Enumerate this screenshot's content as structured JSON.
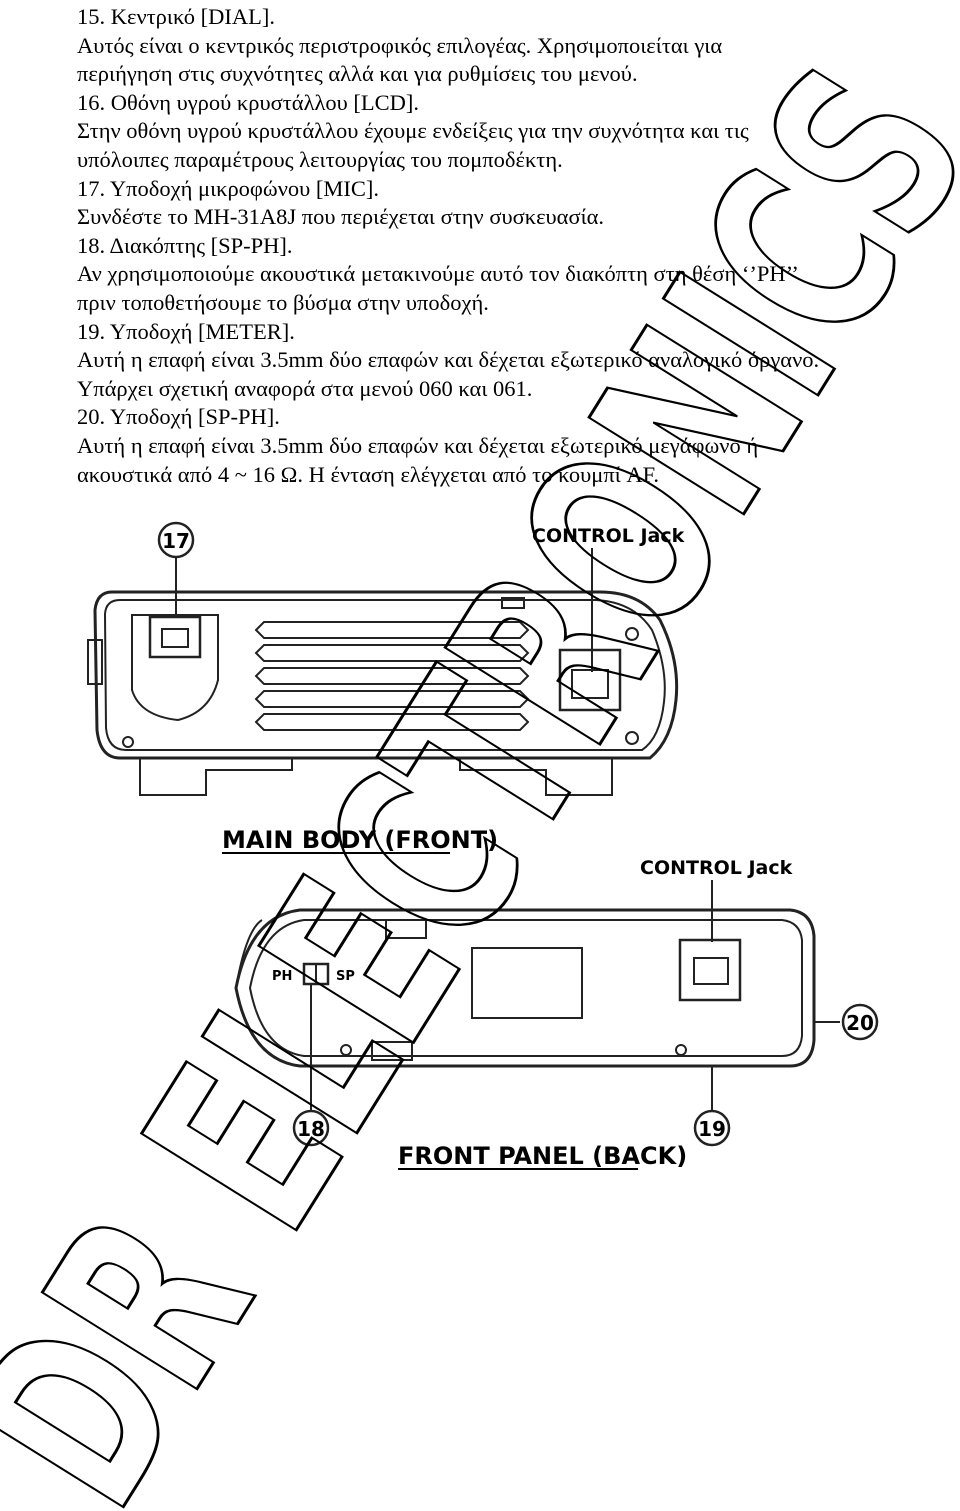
{
  "lines": [
    "15. Κεντρικό [DIAL].",
    "Αυτός είναι ο κεντρικός περιστροφικός επιλογέας. Χρησιμοποιείται για",
    "περιήγηση στις συχνότητες αλλά και για ρυθμίσεις του μενού.",
    "16. Οθόνη υγρού κρυστάλλου [LCD].",
    "Στην οθόνη υγρού κρυστάλλου έχουμε ενδείξεις για την συχνότητα και τις",
    "υπόλοιπες παραμέτρους λειτουργίας του πομποδέκτη.",
    "17. Υποδοχή μικροφώνου [MIC].",
    "Συνδέστε το MH-31A8J  που περιέχεται στην συσκευασία.",
    "18. Διακόπτης [SP-PH].",
    "Αν χρησιμοποιούμε ακουστικά μετακινούμε αυτό τον διακόπτη στη θέση ‘’PH’’",
    "πριν τοποθετήσουμε το βύσμα στην υποδοχή.",
    "19. Υποδοχή [METER].",
    "Αυτή η επαφή είναι 3.5mm δύο επαφών και δέχεται εξωτερικό αναλογικό όργανο.",
    "Υπάρχει σχετική αναφορά στα μενού 060 και 061.",
    "20. Υποδοχή [SP-PH].",
    "Αυτή η επαφή είναι 3.5mm δύο επαφών και δέχεται εξωτερικό μεγάφωνο ή",
    "ακουστικά από 4 ~ 16 Ω. Η ένταση ελέγχεται από το κουμπί AF."
  ],
  "diagram_top": {
    "label_control": "CONTROL Jack",
    "callout_17": "17",
    "caption": "MAIN BODY (FRONT)"
  },
  "diagram_bottom": {
    "label_control": "CONTROL Jack",
    "switch_ph": "PH",
    "switch_sp": "SP",
    "callout_18": "18",
    "callout_19": "19",
    "callout_20": "20",
    "caption": "FRONT PANEL (BACK)"
  },
  "watermark": "DR ELECTRONICS",
  "colors": {
    "text": "#000000",
    "watermark": "#000000",
    "background": "#ffffff"
  }
}
